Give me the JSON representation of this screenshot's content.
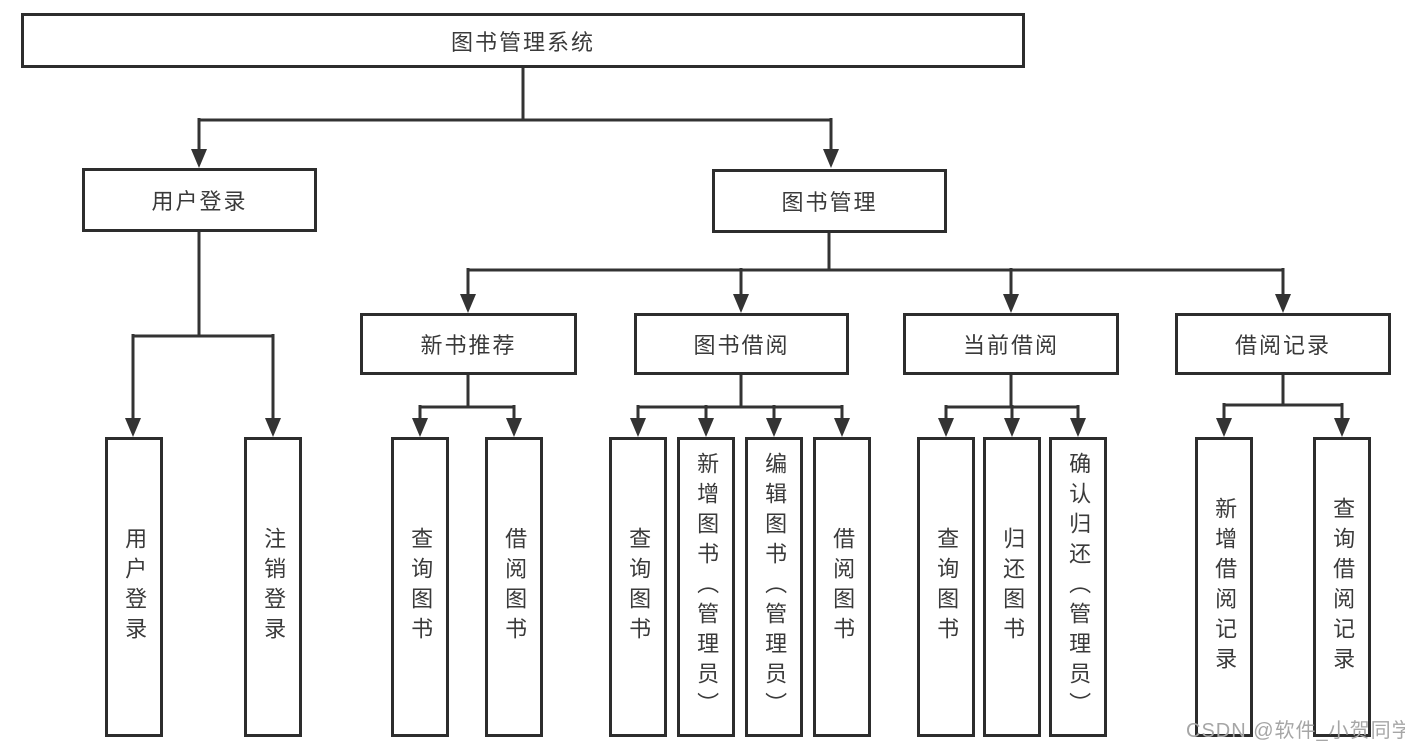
{
  "tree": {
    "root": {
      "label": "图书管理系统",
      "children": [
        {
          "label": "用户登录",
          "children": [
            {
              "label": "用户登录"
            },
            {
              "label": "注销登录"
            }
          ]
        },
        {
          "label": "图书管理",
          "children": [
            {
              "label": "新书推荐",
              "children": [
                {
                  "label": "查询图书"
                },
                {
                  "label": "借阅图书"
                }
              ]
            },
            {
              "label": "图书借阅",
              "children": [
                {
                  "label": "查询图书"
                },
                {
                  "label": "新增图书（管理员）"
                },
                {
                  "label": "编辑图书（管理员）"
                },
                {
                  "label": "借阅图书"
                }
              ]
            },
            {
              "label": "当前借阅",
              "children": [
                {
                  "label": "查询图书"
                },
                {
                  "label": "归还图书"
                },
                {
                  "label": "确认归还（管理员）"
                }
              ]
            },
            {
              "label": "借阅记录",
              "children": [
                {
                  "label": "新增借阅记录"
                },
                {
                  "label": "查询借阅记录"
                }
              ]
            }
          ]
        }
      ]
    }
  },
  "watermark": {
    "text": "CSDN @软件_小贺同学"
  },
  "colors": {
    "line": "#333333",
    "border": "#2d2d2d",
    "text": "#3a3a3a",
    "background": "#ffffff",
    "watermark": "#a6a6a6"
  }
}
